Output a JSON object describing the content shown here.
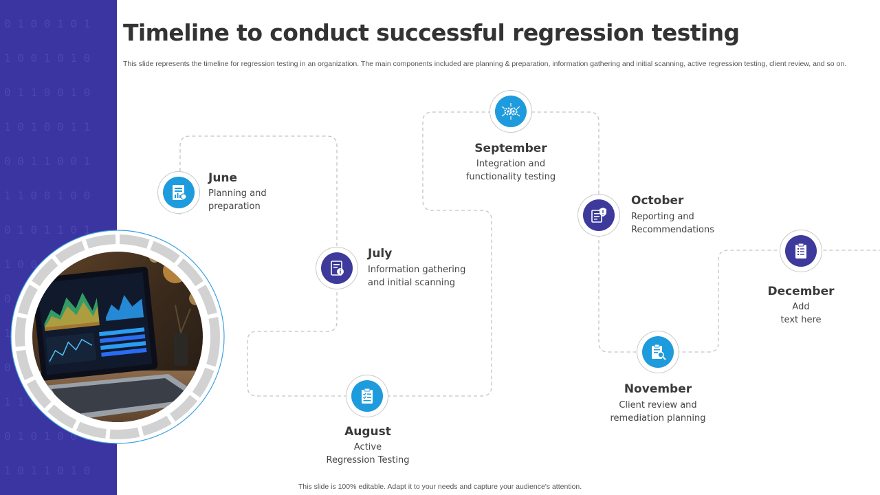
{
  "title": "Timeline to conduct successful regression testing",
  "subtitle": "This slide represents the timeline for regression testing in an organization. The main components included are planning & preparation, information gathering and initial scanning, active regression testing, client review, and so on.",
  "footer": "This slide is 100% editable. Adapt it to your needs and capture your audience's attention.",
  "colors": {
    "sidebar": "#3a35a0",
    "accent_blue": "#1e9bdc",
    "accent_purple": "#3d3a9c",
    "text_dark": "#3a3a3a",
    "dashed_line": "#c4c4c4"
  },
  "milestones": [
    {
      "month": "June",
      "line1": "Planning and",
      "line2": "preparation",
      "icon": "document-chart-icon",
      "color": "#1e9bdc"
    },
    {
      "month": "July",
      "line1": "Information gathering",
      "line2": "and initial scanning",
      "icon": "info-document-icon",
      "color": "#3d3a9c"
    },
    {
      "month": "August",
      "line1": "Active",
      "line2": "Regression Testing",
      "icon": "clipboard-checklist-icon",
      "color": "#1e9bdc"
    },
    {
      "month": "September",
      "line1": "Integration and",
      "line2": "functionality testing",
      "icon": "gears-network-icon",
      "color": "#1e9bdc"
    },
    {
      "month": "October",
      "line1": "Reporting and",
      "line2": "Recommendations",
      "icon": "report-shield-icon",
      "color": "#3d3a9c"
    },
    {
      "month": "November",
      "line1": "Client review and",
      "line2": "remediation planning",
      "icon": "clipboard-search-icon",
      "color": "#1e9bdc"
    },
    {
      "month": "December",
      "line1": "Add",
      "line2": "text here",
      "icon": "checklist-icon",
      "color": "#3d3a9c"
    }
  ]
}
